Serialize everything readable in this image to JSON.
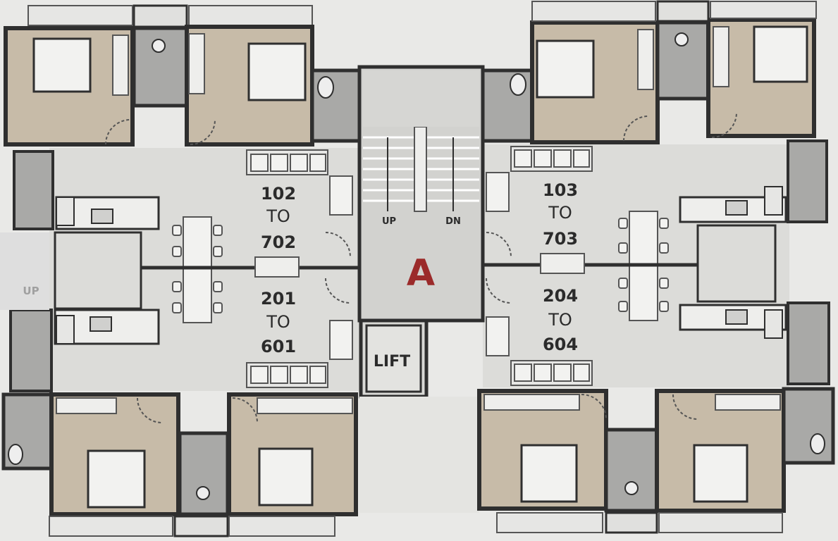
{
  "plan": {
    "block_label": "A",
    "lift_label": "LIFT",
    "stair_up": "UP",
    "stair_down": "DN",
    "side_stair_up": "UP",
    "units": {
      "left_top": {
        "from": "102",
        "to_word": "TO",
        "to": "702"
      },
      "left_bottom": {
        "from": "201",
        "to_word": "TO",
        "to": "601"
      },
      "right_top": {
        "from": "103",
        "to_word": "TO",
        "to": "703"
      },
      "right_bottom": {
        "from": "204",
        "to_word": "TO",
        "to": "604"
      }
    }
  },
  "colors": {
    "background": "#e9e9e7",
    "floor": "#dcdcd9",
    "bedroom": "#c7bba8",
    "wall": "#2f2f2f",
    "block_letter": "#9b2a2a",
    "wet_area": "#a9a9a7"
  }
}
